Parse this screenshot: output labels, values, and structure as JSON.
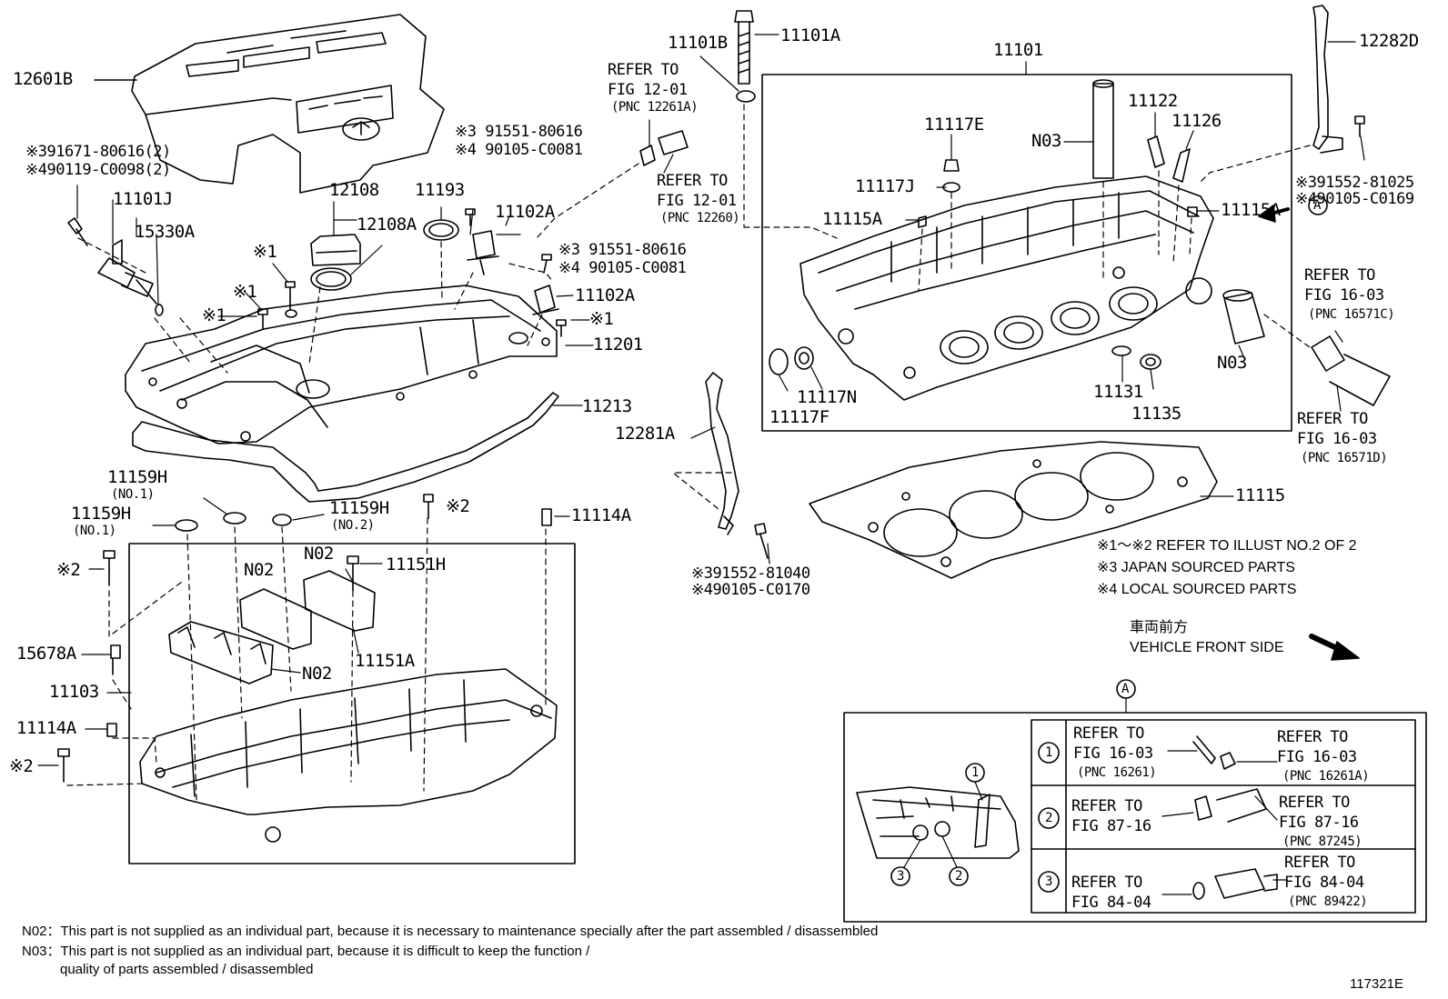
{
  "labels": {
    "p12601B": "12601B",
    "p11101A": "11101A",
    "p11101B": "11101B",
    "p11101": "11101",
    "p12282D": "12282D",
    "p11122": "11122",
    "p11126": "11126",
    "p11117E": "11117E",
    "pN03a": "N03",
    "p11117J": "11117J",
    "p11115A_l": "11115A",
    "p11115A_r": "11115A",
    "p11117N": "11117N",
    "p11117F": "11117F",
    "p11131": "11131",
    "p11135": "11135",
    "pN03b": "N03",
    "p11101J": "11101J",
    "p15330A": "15330A",
    "p12108": "12108",
    "p12108A": "12108A",
    "p11193": "11193",
    "p11102A_t": "11102A",
    "p11102A_b": "11102A",
    "p11201": "11201",
    "p11213": "11213",
    "p12281A": "12281A",
    "p11115": "11115",
    "p11159H_a": "11159H",
    "p11159H_b": "11159H",
    "p11159H_c": "11159H",
    "p11114A_t": "11114A",
    "pN02a": "N02",
    "pN02b": "N02",
    "pN02c": "N02",
    "p11151H": "11151H",
    "p11151A": "11151A",
    "p15678A": "15678A",
    "p11103": "11103",
    "p11114A_b": "11114A",
    "x1a": "※1",
    "x1b": "※1",
    "x1c": "※1",
    "x1d": "※1",
    "x2a": "※2",
    "x2b": "※2",
    "x2c": "※2",
    "no1a": "(NO.1)",
    "no1b": "(NO.1)",
    "no2": "(NO.2)"
  },
  "refs": {
    "ref_fig1201_a": [
      "REFER TO",
      "FIG 12-01",
      "(PNC 12261A)"
    ],
    "ref_fig1201_b": [
      "REFER TO",
      "FIG 12-01",
      "(PNC 12260)"
    ],
    "ref_fig1603_c": [
      "REFER TO",
      "FIG 16-03",
      "(PNC 16571C)"
    ],
    "ref_fig1603_d": [
      "REFER TO",
      "FIG 16-03",
      "(PNC 16571D)"
    ]
  },
  "codes": {
    "c_topleft": [
      "※391671-80616(2)",
      "※490119-C0098(2)"
    ],
    "c_mid1": [
      "※3 91551-80616",
      "※4 90105-C0081"
    ],
    "c_mid2": [
      "※3 91551-80616",
      "※4 90105-C0081"
    ],
    "c_right": [
      "※391552-81025",
      "※490105-C0169"
    ],
    "c_bottom": [
      "※391552-81040",
      "※490105-C0170"
    ]
  },
  "legend_notes": [
    "※1～※2  REFER TO ILLUST NO.2 OF 2",
    "※3 JAPAN SOURCED PARTS",
    "※4 LOCAL SOURCED PARTS"
  ],
  "direction": {
    "jp": "車両前方",
    "en": "VEHICLE FRONT SIDE"
  },
  "view_marker": "A",
  "inset": {
    "marker": "A",
    "rows": [
      {
        "num": "1",
        "left": [
          "REFER TO",
          "FIG 16-03",
          "(PNC 16261)"
        ],
        "right": [
          "REFER TO",
          "FIG 16-03",
          "(PNC 16261A)"
        ]
      },
      {
        "num": "2",
        "left": [
          "REFER TO",
          "FIG 87-16"
        ],
        "right": [
          "REFER TO",
          "FIG 87-16",
          "(PNC 87245)"
        ]
      },
      {
        "num": "3",
        "left": [
          "REFER TO",
          "FIG 84-04"
        ],
        "right": [
          "REFER TO",
          "FIG 84-04",
          "(PNC 89422)"
        ]
      }
    ],
    "callouts": [
      "1",
      "2",
      "3"
    ]
  },
  "footnotes": [
    "N02：This part is not supplied as an individual part, because it is necessary to maintenance specially after the part assembled / disassembled",
    "N03：This part is not supplied as an individual part, because it is difficult to keep the function /",
    "quality of parts  assembled / disassembled"
  ],
  "figure_id": "117321E"
}
